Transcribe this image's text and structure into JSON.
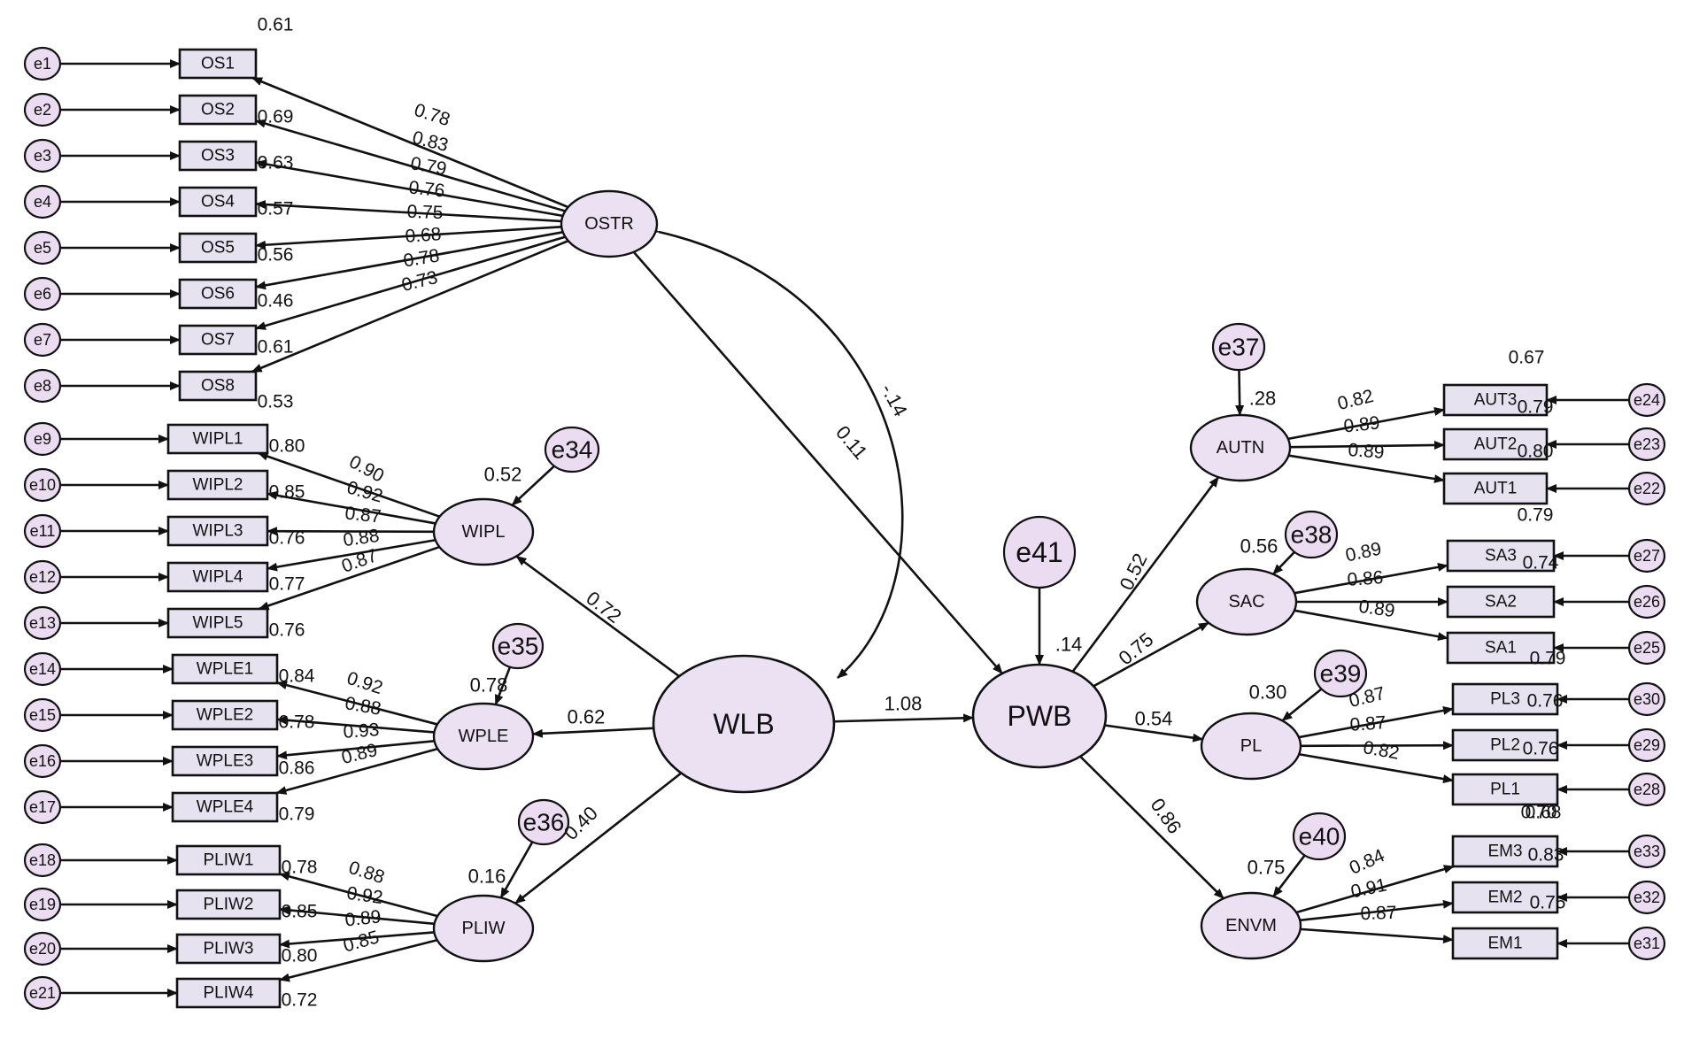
{
  "colors": {
    "ink": "#111111",
    "box_fill": "#e6e2f0",
    "ellipse_fill": "#ebe1f3",
    "error_fill": "#ebdcf2",
    "background": "#ffffff"
  },
  "latents": {
    "ostr": "OSTR",
    "wipl": "WIPL",
    "wple": "WPLE",
    "pliw": "PLIW",
    "wlb": "WLB",
    "pwb": "PWB",
    "autn": "AUTN",
    "sac": "SAC",
    "pl": "PL",
    "envm": "ENVM"
  },
  "paths": {
    "wlb_ostr_cov": "-.14",
    "ostr_pwb": "0.11",
    "wlb_pwb": "1.08",
    "wlb_wipl": "0.72",
    "wlb_wple": "0.62",
    "wlb_pliw": "0.40",
    "pwb_autn": "0.52",
    "pwb_sac": "0.75",
    "pwb_pl": "0.54",
    "pwb_envm": "0.86"
  },
  "r_squared": {
    "wipl": "0.52",
    "wple": "0.78",
    "pliw": "0.16",
    "pwb": ".14",
    "autn": ".28",
    "sac": "0.56",
    "pl": "0.30",
    "envm": "0.75"
  },
  "disturbances": {
    "wipl": "e34",
    "wple": "e35",
    "pliw": "e36",
    "pwb": "e41",
    "autn": "e37",
    "sac": "e38",
    "pl": "e39",
    "envm": "e40"
  },
  "ostr_indicators": [
    {
      "name": "OS1",
      "error": "e1",
      "loading": "0.78",
      "r2": "0.61"
    },
    {
      "name": "OS2",
      "error": "e2",
      "loading": "0.83",
      "r2": "0.69"
    },
    {
      "name": "OS3",
      "error": "e3",
      "loading": "0.79",
      "r2": "0.63"
    },
    {
      "name": "OS4",
      "error": "e4",
      "loading": "0.76",
      "r2": "0.57"
    },
    {
      "name": "OS5",
      "error": "e5",
      "loading": "0.75",
      "r2": "0.56"
    },
    {
      "name": "OS6",
      "error": "e6",
      "loading": "0.68",
      "r2": "0.46"
    },
    {
      "name": "OS7",
      "error": "e7",
      "loading": "0.78",
      "r2": "0.61"
    },
    {
      "name": "OS8",
      "error": "e8",
      "loading": "0.73",
      "r2": "0.53"
    }
  ],
  "wipl_indicators": [
    {
      "name": "WIPL1",
      "error": "e9",
      "loading": "0.90",
      "r2": "0.80"
    },
    {
      "name": "WIPL2",
      "error": "e10",
      "loading": "0.92",
      "r2": "0.85"
    },
    {
      "name": "WIPL3",
      "error": "e11",
      "loading": "0.87",
      "r2": "0.76"
    },
    {
      "name": "WIPL4",
      "error": "e12",
      "loading": "0.88",
      "r2": "0.77"
    },
    {
      "name": "WIPL5",
      "error": "e13",
      "loading": "0.87",
      "r2": "0.76"
    }
  ],
  "wple_indicators": [
    {
      "name": "WPLE1",
      "error": "e14",
      "loading": "0.92",
      "r2": "0.84"
    },
    {
      "name": "WPLE2",
      "error": "e15",
      "loading": "0.88",
      "r2": "0.78"
    },
    {
      "name": "WPLE3",
      "error": "e16",
      "loading": "0.93",
      "r2": "0.86"
    },
    {
      "name": "WPLE4",
      "error": "e17",
      "loading": "0.89",
      "r2": "0.79"
    }
  ],
  "pliw_indicators": [
    {
      "name": "PLIW1",
      "error": "e18",
      "loading": "0.88",
      "r2": "0.78"
    },
    {
      "name": "PLIW2",
      "error": "e19",
      "loading": "0.92",
      "r2": "0.85"
    },
    {
      "name": "PLIW3",
      "error": "e20",
      "loading": "0.89",
      "r2": "0.80"
    },
    {
      "name": "PLIW4",
      "error": "e21",
      "loading": "0.85",
      "r2": "0.72"
    }
  ],
  "autn_indicators": [
    {
      "name": "AUT3",
      "error": "e24",
      "loading": "0.82",
      "r2": "0.67"
    },
    {
      "name": "AUT2",
      "error": "e23",
      "loading": "0.89",
      "r2": "0.79"
    },
    {
      "name": "AUT1",
      "error": "e22",
      "loading": "0.89",
      "r2": "0.80"
    }
  ],
  "sac_indicators": [
    {
      "name": "SA3",
      "error": "e27",
      "loading": "0.89",
      "r2": "0.79"
    },
    {
      "name": "SA2",
      "error": "e26",
      "loading": "0.86",
      "r2": "0.74"
    },
    {
      "name": "SA1",
      "error": "e25",
      "loading": "0.89",
      "r2": "0.79"
    }
  ],
  "pl_indicators": [
    {
      "name": "PL3",
      "error": "e30",
      "loading": "0.87",
      "r2": "0.76"
    },
    {
      "name": "PL2",
      "error": "e29",
      "loading": "0.87",
      "r2": "0.76"
    },
    {
      "name": "PL1",
      "error": "e28",
      "loading": "0.82",
      "r2": "0.68"
    }
  ],
  "envm_indicators": [
    {
      "name": "EM3",
      "error": "e33",
      "loading": "0.84",
      "r2": "0.70"
    },
    {
      "name": "EM2",
      "error": "e32",
      "loading": "0.91",
      "r2": "0.83"
    },
    {
      "name": "EM1",
      "error": "e31",
      "loading": "0.87",
      "r2": "0.75"
    }
  ]
}
